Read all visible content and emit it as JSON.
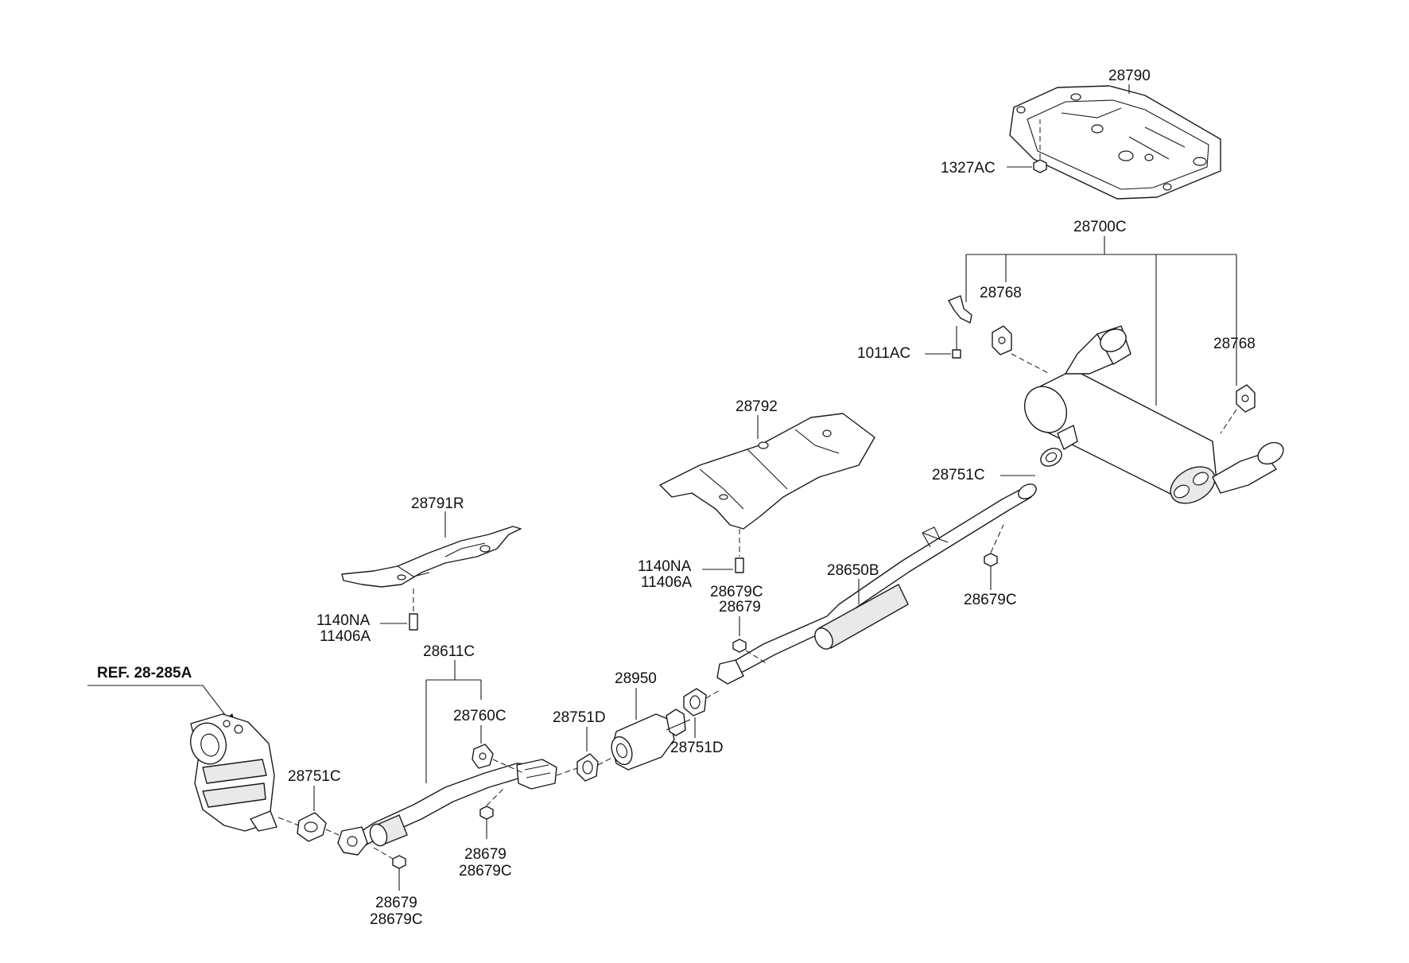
{
  "labels": {
    "heat_shield_rear": "28790",
    "nut_1327ac": "1327AC",
    "muffler_assy": "28700C",
    "hanger_left": "28768",
    "hanger_right": "28768",
    "bolt_1011ac": "1011AC",
    "heat_shield_center": "28792",
    "heat_shield_front": "28791R",
    "gasket_rear": "28751C",
    "center_pipe": "28650B",
    "nut_rear": "28679C",
    "bolt_center_a": "1140NA",
    "bolt_center_b": "11406A",
    "nut_center_a": "28679C",
    "nut_center_b": "28679",
    "bolt_front_a": "1140NA",
    "bolt_front_b": "11406A",
    "front_pipe": "28611C",
    "ref_label": "REF. 28-285A",
    "resonator": "28950",
    "hanger_front": "28760C",
    "gasket_d_left": "28751D",
    "gasket_d_right": "28751D",
    "gasket_front": "28751C",
    "nut_mid_a": "28679",
    "nut_mid_b": "28679C",
    "nut_front_a": "28679",
    "nut_front_b": "28679C"
  }
}
